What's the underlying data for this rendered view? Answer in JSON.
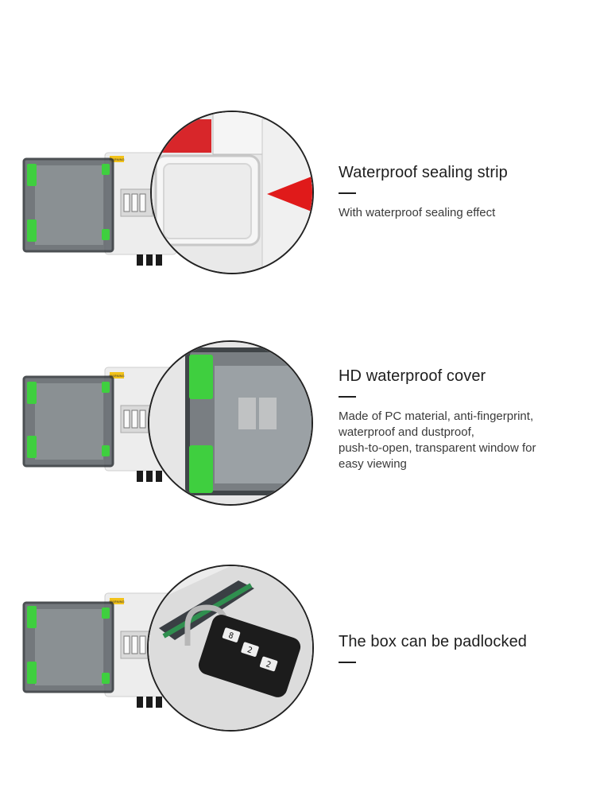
{
  "sections": [
    {
      "title": "Waterproof sealing strip",
      "desc_lines": [
        "With waterproof sealing effect"
      ]
    },
    {
      "title": "HD waterproof cover",
      "desc_lines": [
        "Made of PC material, anti-fingerprint,",
        "waterproof and dustproof,",
        "push-to-open, transparent window for",
        "easy viewing"
      ]
    },
    {
      "title": "The box can be padlocked",
      "desc_lines": []
    }
  ],
  "labels": {
    "warning": "WARNING",
    "lock_digits": [
      "8",
      "2",
      "2"
    ]
  },
  "colors": {
    "hinge_green": "#3fcf3f",
    "door_frame": "#3a3f44",
    "box_white": "#ededed",
    "breaker_red": "#d8262a",
    "arrow_red": "#e01a1a",
    "warning_yellow": "#f2c21a"
  }
}
